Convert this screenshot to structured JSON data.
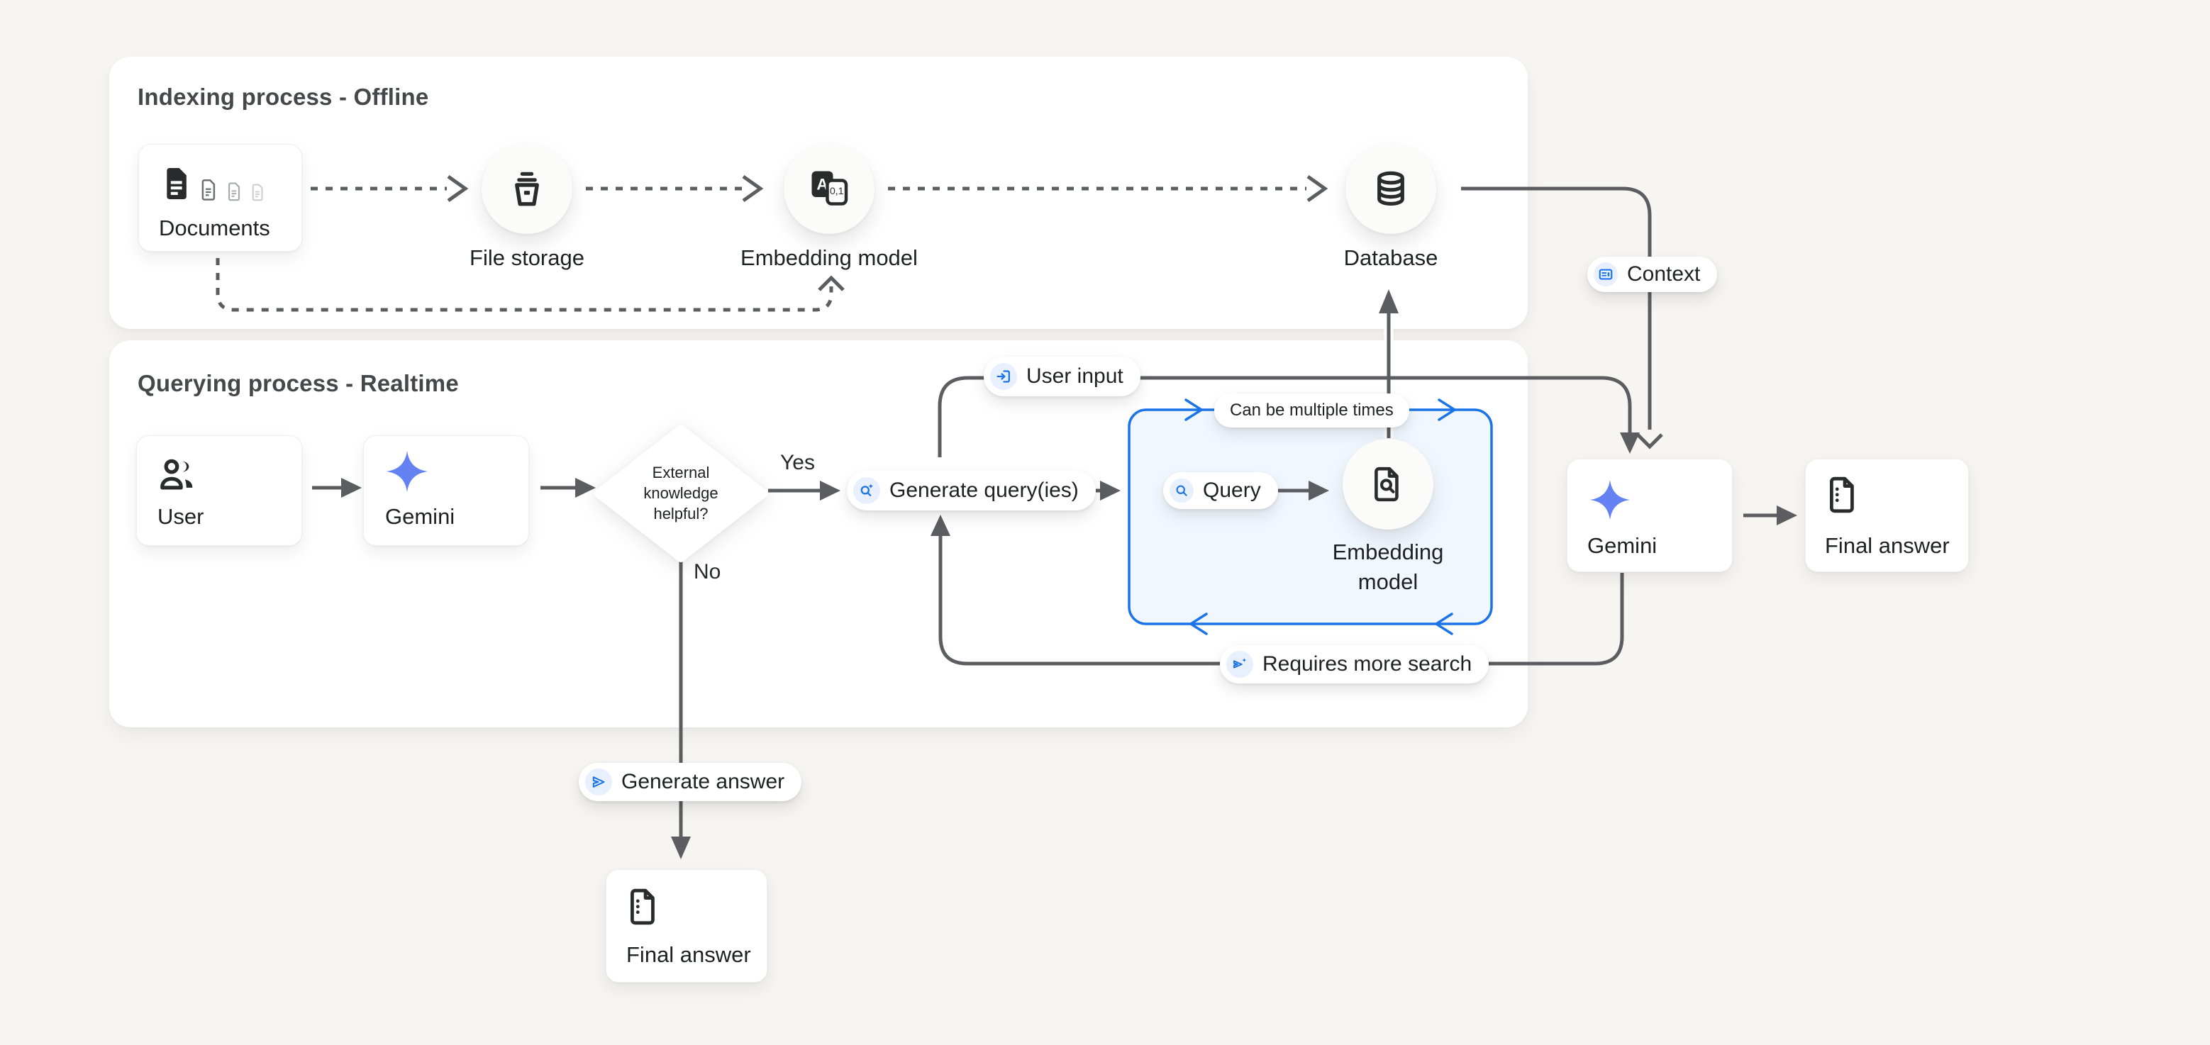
{
  "panels": {
    "indexing": {
      "title": "Indexing process - Offline"
    },
    "querying": {
      "title": "Querying process - Realtime"
    }
  },
  "nodes": {
    "documents": "Documents",
    "file_storage": "File storage",
    "embedding_model_offline": "Embedding model",
    "database": "Database",
    "user": "User",
    "gemini_query": "Gemini",
    "decision_l1": "External",
    "decision_l2": "knowledge",
    "decision_l3": "helpful?",
    "embedding_online_l1": "Embedding",
    "embedding_online_l2": "model",
    "gemini_answer": "Gemini",
    "final_answer_right": "Final answer",
    "final_answer_bottom": "Final answer"
  },
  "badges": {
    "user_input": "User input",
    "generate_queries": "Generate query(ies)",
    "query": "Query",
    "context": "Context",
    "can_be_multiple_times": "Can be multiple times",
    "requires_more_search": "Requires more search",
    "generate_answer": "Generate answer"
  },
  "edge_labels": {
    "yes": "Yes",
    "no": "No"
  },
  "colors": {
    "accent_blue": "#1a73e8",
    "icon_chip_bg": "#e8f0fe",
    "edge_gray": "#5b5d60",
    "loop_box_fill": "#f1f7fe"
  }
}
